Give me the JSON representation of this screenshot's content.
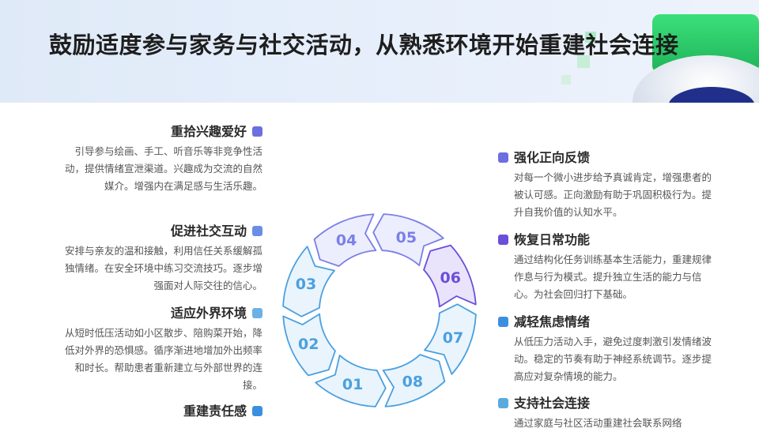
{
  "title": "鼓励适度参与家务与社交活动，从熟悉环境开始重建社会连接",
  "left_items": [
    {
      "heading": "重拾兴趣爱好",
      "color": "#6c6fe0",
      "text": "引导参与绘画、手工、听音乐等非竞争性活动，提供情绪宣泄渠道。兴趣成为交流的自然媒介。增强内在满足感与生活乐趣。"
    },
    {
      "heading": "促进社交互动",
      "color": "#6a8ee8",
      "text": "安排与亲友的温和接触，利用信任关系缓解孤独情绪。在安全环境中练习交流技巧。逐步增强面对人际交往的信心。"
    },
    {
      "heading": "适应外界环境",
      "color": "#6cb1e6",
      "text": "从短时低压活动如小区散步、陪购菜开始，降低对外界的恐惧感。循序渐进地增加外出频率和时长。帮助患者重新建立与外部世界的连接。"
    },
    {
      "heading": "重建责任感",
      "color": "#3c8fe0",
      "text": ""
    }
  ],
  "right_items": [
    {
      "heading": "强化正向反馈",
      "color": "#6c6fe0",
      "text": "对每一个微小进步给予真诚肯定，增强患者的被认可感。正向激励有助于巩固积极行为。提升自我价值的认知水平。"
    },
    {
      "heading": "恢复日常功能",
      "color": "#6a4fd8",
      "text": "通过结构化任务训练基本生活能力，重建规律作息与行为模式。提升独立生活的能力与信心。为社会回归打下基础。"
    },
    {
      "heading": "减轻焦虑情绪",
      "color": "#3c8fe0",
      "text": "从低压力活动入手，避免过度刺激引发情绪波动。稳定的节奏有助于神经系统调节。逐步提高应对复杂情境的能力。"
    },
    {
      "heading": "支持社会连接",
      "color": "#5aaae0",
      "text": "通过家庭与社区活动重建社会联系网络"
    }
  ],
  "cycle": {
    "labels": [
      "01",
      "02",
      "03",
      "04",
      "05",
      "06",
      "07",
      "08"
    ],
    "highlight": "06",
    "colors": {
      "blue": "#4aa0e0",
      "purple": "#6a4fd8",
      "violet": "#7b7fe6"
    }
  }
}
